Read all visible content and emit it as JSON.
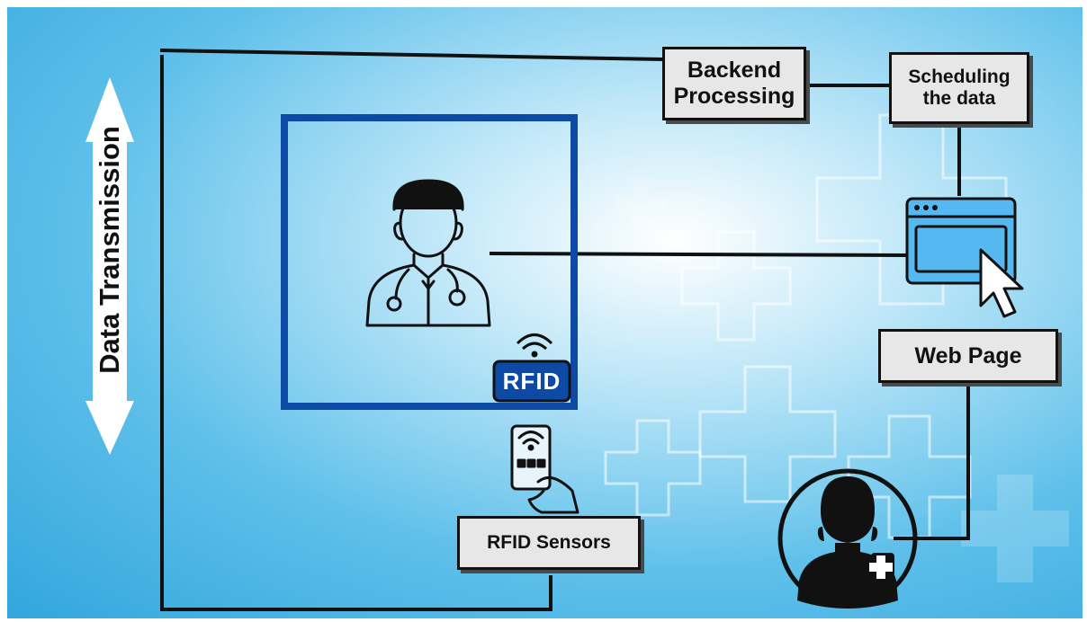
{
  "labels": {
    "data_transmission": "Data Transmission",
    "backend_processing": "Backend\nProcessing",
    "scheduling": "Scheduling\nthe data",
    "web_page": "Web Page",
    "rfid_sensors": "RFID Sensors",
    "rfid_badge": "RFID"
  },
  "colors": {
    "background": "#32a6dd",
    "frame_blue": "#0c4aa6",
    "browser_blue": "#56b8f0",
    "box_fill": "#e7e7e7",
    "line": "#111111"
  },
  "icons": [
    "doctor-icon",
    "rfid-badge-icon",
    "rfid-card-hand-icon",
    "browser-window-icon",
    "cursor-icon",
    "nurse-avatar-icon"
  ]
}
